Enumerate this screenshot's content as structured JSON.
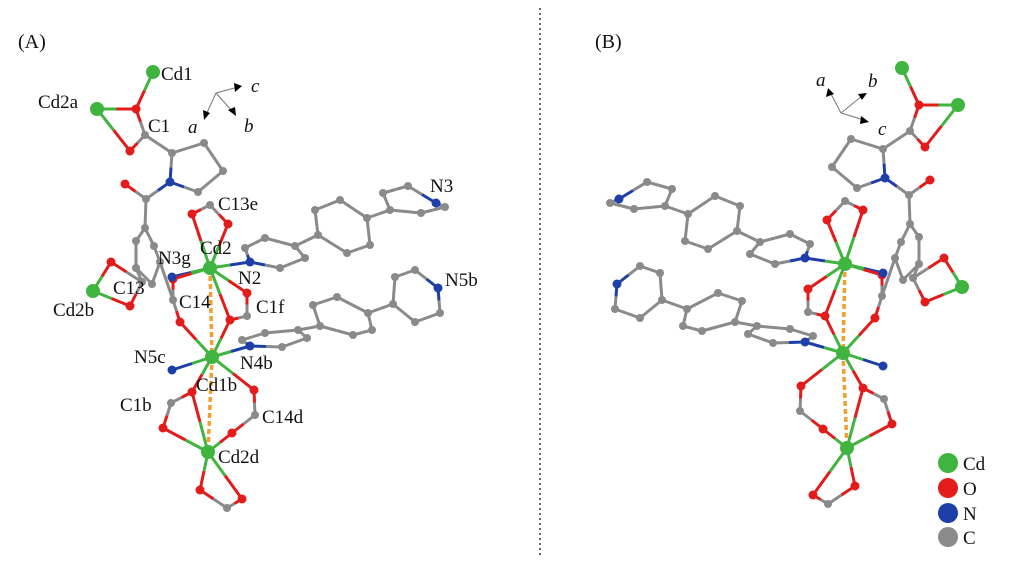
{
  "panels": [
    {
      "label": "(A)",
      "axes": {
        "a": "a",
        "b": "b",
        "c": "c"
      }
    },
    {
      "label": "(B)",
      "axes": {
        "a": "a",
        "b": "b",
        "c": "c"
      }
    }
  ],
  "atom_labels": {
    "cd1": "Cd1",
    "cd2a": "Cd2a",
    "c1": "C1",
    "n3": "N3",
    "c13e": "C13e",
    "n3g": "N3g",
    "cd2": "Cd2",
    "n2": "N2",
    "c13": "C13",
    "cd2b": "Cd2b",
    "c14": "C14",
    "c1f": "C1f",
    "n5b": "N5b",
    "n5c": "N5c",
    "n4b": "N4b",
    "cd1b": "Cd1b",
    "c1b": "C1b",
    "c14d": "C14d",
    "cd2d": "Cd2d"
  },
  "legend": [
    {
      "element": "Cd",
      "color": "#3fb43f"
    },
    {
      "element": "O",
      "color": "#e21b1b"
    },
    {
      "element": "N",
      "color": "#1f3fa8"
    },
    {
      "element": "C",
      "color": "#8a8a8a"
    }
  ],
  "colors": {
    "cd": "#3fb43f",
    "o": "#e21b1b",
    "n": "#1f3fa8",
    "c": "#8a8a8a",
    "cd_cd_contact": "#f0a030"
  }
}
